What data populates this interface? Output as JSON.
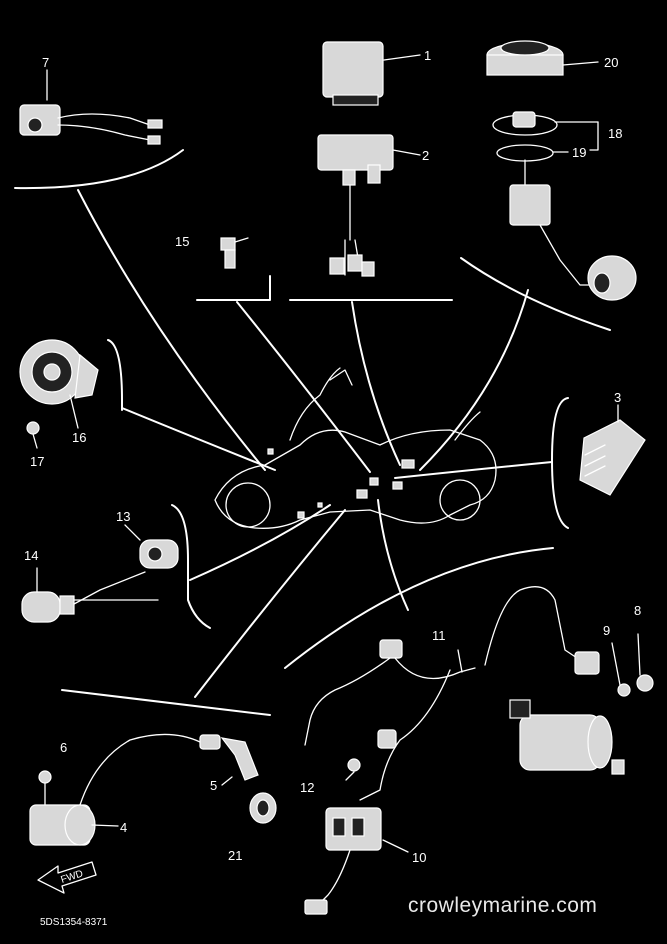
{
  "callouts": {
    "c1": "1",
    "c2": "2",
    "c3": "3",
    "c4": "4",
    "c5": "5",
    "c6": "6",
    "c7": "7",
    "c8": "8",
    "c9": "9",
    "c10": "10",
    "c11": "11",
    "c12": "12",
    "c13": "13",
    "c14": "14",
    "c15": "15",
    "c16": "16",
    "c17": "17",
    "c18": "18",
    "c19": "19",
    "c20": "20",
    "c21": "21"
  },
  "fwd_label": "FWD",
  "diagram_code": "5DS1354-8371",
  "watermark": "crowleymarine.com"
}
